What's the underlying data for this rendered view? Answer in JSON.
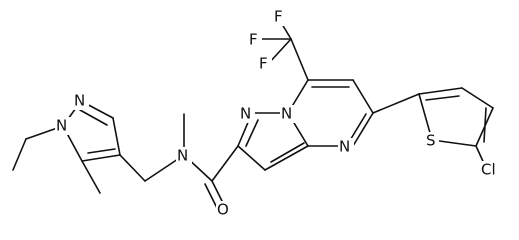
{
  "molecule": {
    "atoms": {
      "f1": "F",
      "f2": "F",
      "f3": "F",
      "n_left_ring": "N",
      "n_bridgehead": "N",
      "n_pyrimidine": "N",
      "n_amide": "N",
      "o_carbonyl": "O",
      "s_thiophene": "S",
      "cl": "Cl",
      "n_pyrazole_1": "N",
      "n_pyrazole_2": "N"
    }
  }
}
